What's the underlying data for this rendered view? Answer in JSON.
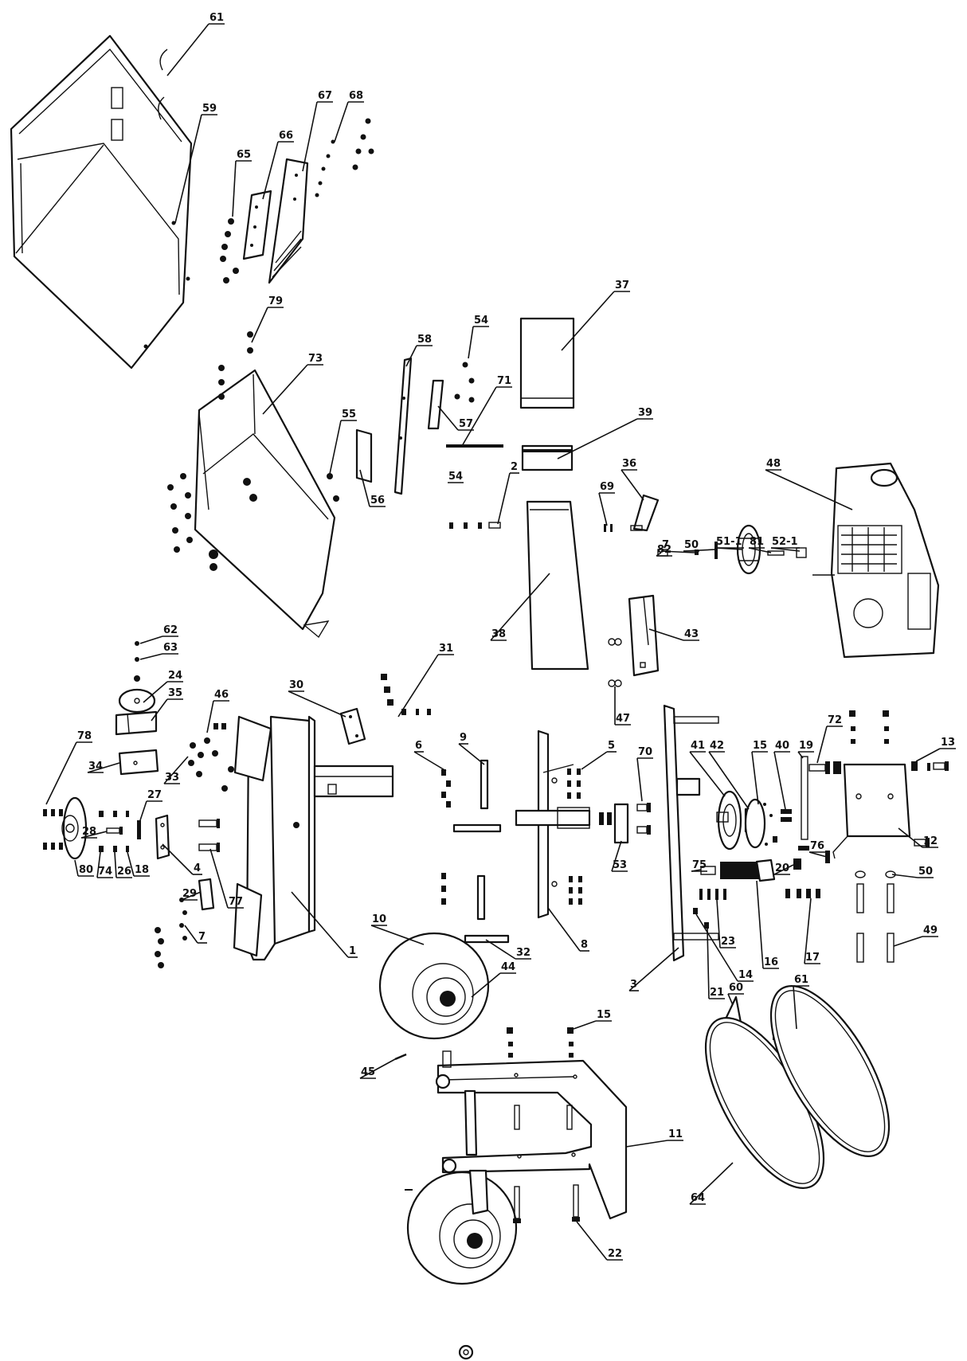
{
  "labels": [
    {
      "id": "l61a",
      "text": "61"
    },
    {
      "id": "l59",
      "text": "59"
    },
    {
      "id": "l67",
      "text": "67"
    },
    {
      "id": "l68",
      "text": "68"
    },
    {
      "id": "l66",
      "text": "66"
    },
    {
      "id": "l65",
      "text": "65"
    },
    {
      "id": "l79",
      "text": "79"
    },
    {
      "id": "l73",
      "text": "73"
    },
    {
      "id": "l58",
      "text": "58"
    },
    {
      "id": "l54a",
      "text": "54"
    },
    {
      "id": "l71",
      "text": "71"
    },
    {
      "id": "l57",
      "text": "57"
    },
    {
      "id": "l37",
      "text": "37"
    },
    {
      "id": "l39",
      "text": "39"
    },
    {
      "id": "l55",
      "text": "55"
    },
    {
      "id": "l56",
      "text": "56"
    },
    {
      "id": "l54b",
      "text": "54"
    },
    {
      "id": "l2",
      "text": "2"
    },
    {
      "id": "l36",
      "text": "36"
    },
    {
      "id": "l48",
      "text": "48"
    },
    {
      "id": "l69",
      "text": "69"
    },
    {
      "id": "l82",
      "text": "82"
    },
    {
      "id": "l7a",
      "text": "7"
    },
    {
      "id": "l50a",
      "text": "50"
    },
    {
      "id": "l51",
      "text": "51-1"
    },
    {
      "id": "l81",
      "text": "81"
    },
    {
      "id": "l52",
      "text": "52-1"
    },
    {
      "id": "l38",
      "text": "38"
    },
    {
      "id": "l43",
      "text": "43"
    },
    {
      "id": "l62",
      "text": "62"
    },
    {
      "id": "l63",
      "text": "63"
    },
    {
      "id": "l24",
      "text": "24"
    },
    {
      "id": "l35",
      "text": "35"
    },
    {
      "id": "l46",
      "text": "46"
    },
    {
      "id": "l30",
      "text": "30"
    },
    {
      "id": "l31",
      "text": "31"
    },
    {
      "id": "l47",
      "text": "47"
    },
    {
      "id": "l72",
      "text": "72"
    },
    {
      "id": "l78",
      "text": "78"
    },
    {
      "id": "l34",
      "text": "34"
    },
    {
      "id": "l33",
      "text": "33"
    },
    {
      "id": "l27",
      "text": "27"
    },
    {
      "id": "l6",
      "text": "6"
    },
    {
      "id": "l9",
      "text": "9"
    },
    {
      "id": "l5",
      "text": "5"
    },
    {
      "id": "l70",
      "text": "70"
    },
    {
      "id": "l41",
      "text": "41"
    },
    {
      "id": "l42",
      "text": "42"
    },
    {
      "id": "l15a",
      "text": "15"
    },
    {
      "id": "l40",
      "text": "40"
    },
    {
      "id": "l19",
      "text": "19"
    },
    {
      "id": "l13",
      "text": "13"
    },
    {
      "id": "l28",
      "text": "28"
    },
    {
      "id": "l4",
      "text": "4"
    },
    {
      "id": "l53",
      "text": "53"
    },
    {
      "id": "l76",
      "text": "76"
    },
    {
      "id": "l12",
      "text": "12"
    },
    {
      "id": "l18",
      "text": "18"
    },
    {
      "id": "l29",
      "text": "29"
    },
    {
      "id": "l77",
      "text": "77"
    },
    {
      "id": "l80",
      "text": "80"
    },
    {
      "id": "l74",
      "text": "74"
    },
    {
      "id": "l26",
      "text": "26"
    },
    {
      "id": "l75",
      "text": "75"
    },
    {
      "id": "l20",
      "text": "20"
    },
    {
      "id": "l50b",
      "text": "50"
    },
    {
      "id": "l10",
      "text": "10"
    },
    {
      "id": "l7b",
      "text": "7"
    },
    {
      "id": "l1",
      "text": "1"
    },
    {
      "id": "l32",
      "text": "32"
    },
    {
      "id": "l8",
      "text": "8"
    },
    {
      "id": "l23",
      "text": "23"
    },
    {
      "id": "l16",
      "text": "16"
    },
    {
      "id": "l17",
      "text": "17"
    },
    {
      "id": "l49",
      "text": "49"
    },
    {
      "id": "l14",
      "text": "14"
    },
    {
      "id": "l21",
      "text": "21"
    },
    {
      "id": "l3",
      "text": "3"
    },
    {
      "id": "l60",
      "text": "60"
    },
    {
      "id": "l61b",
      "text": "61"
    },
    {
      "id": "l44",
      "text": "44"
    },
    {
      "id": "l15b",
      "text": "15"
    },
    {
      "id": "l45",
      "text": "45"
    },
    {
      "id": "l11",
      "text": "11"
    },
    {
      "id": "l64",
      "text": "64"
    },
    {
      "id": "l22",
      "text": "22"
    }
  ]
}
